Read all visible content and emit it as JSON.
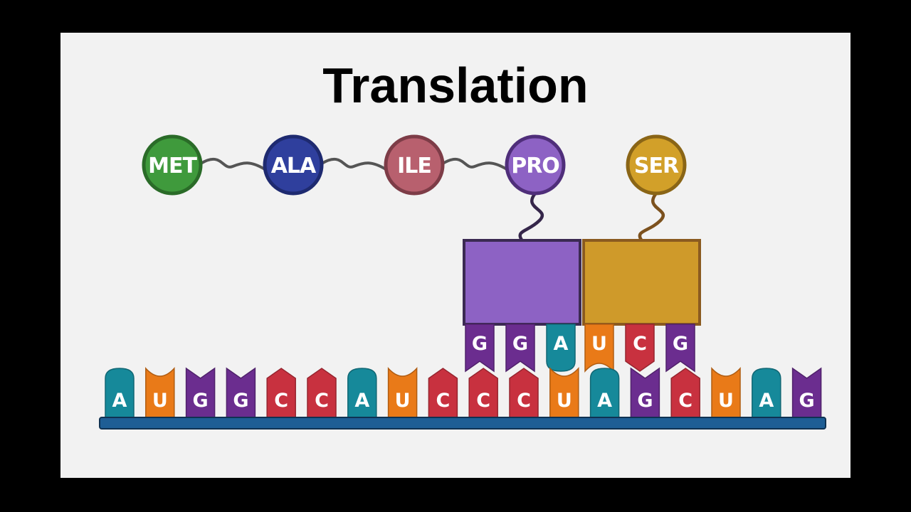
{
  "title": "Translation",
  "colors": {
    "A": "#16899a",
    "U": "#e97a18",
    "G": "#6b2d8f",
    "C": "#c8313f",
    "backbone": "#1e5e95",
    "linker": "#555555"
  },
  "amino_acids": [
    {
      "label": "MET",
      "color": "#3f9a3c",
      "border": "#2a6b28"
    },
    {
      "label": "ALA",
      "color": "#2f3f9d",
      "border": "#1e2a70"
    },
    {
      "label": "ILE",
      "color": "#b8606e",
      "border": "#7d3c47"
    },
    {
      "label": "PRO",
      "color": "#8d62c4",
      "border": "#4f2e7a"
    },
    {
      "label": "SER",
      "color": "#d2a029",
      "border": "#8a6516"
    }
  ],
  "trna": [
    {
      "block_color": "#8d62c4",
      "block_border": "#3b2a52",
      "anticodon": [
        "G",
        "G",
        "A"
      ]
    },
    {
      "block_color": "#cf9a2a",
      "block_border": "#8a5a20",
      "anticodon": [
        "U",
        "C",
        "G"
      ]
    }
  ],
  "mrna": [
    "A",
    "U",
    "G",
    "G",
    "C",
    "C",
    "A",
    "U",
    "C",
    "C",
    "C",
    "U",
    "A",
    "G",
    "C",
    "U",
    "A",
    "G"
  ]
}
